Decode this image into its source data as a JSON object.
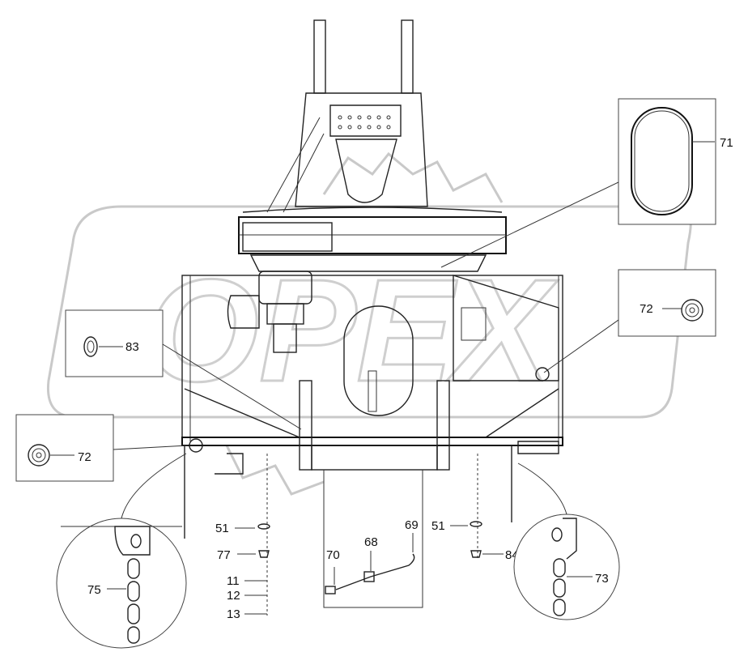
{
  "labels": {
    "l71": "71",
    "l72a": "72",
    "l72b": "72",
    "l83": "83",
    "l51a": "51",
    "l51b": "51",
    "l77": "77",
    "l84": "84",
    "l11": "11",
    "l12": "12",
    "l13": "13",
    "l70": "70",
    "l68": "68",
    "l69": "69",
    "l75": "75",
    "l73": "73"
  },
  "watermark": "OPEX"
}
